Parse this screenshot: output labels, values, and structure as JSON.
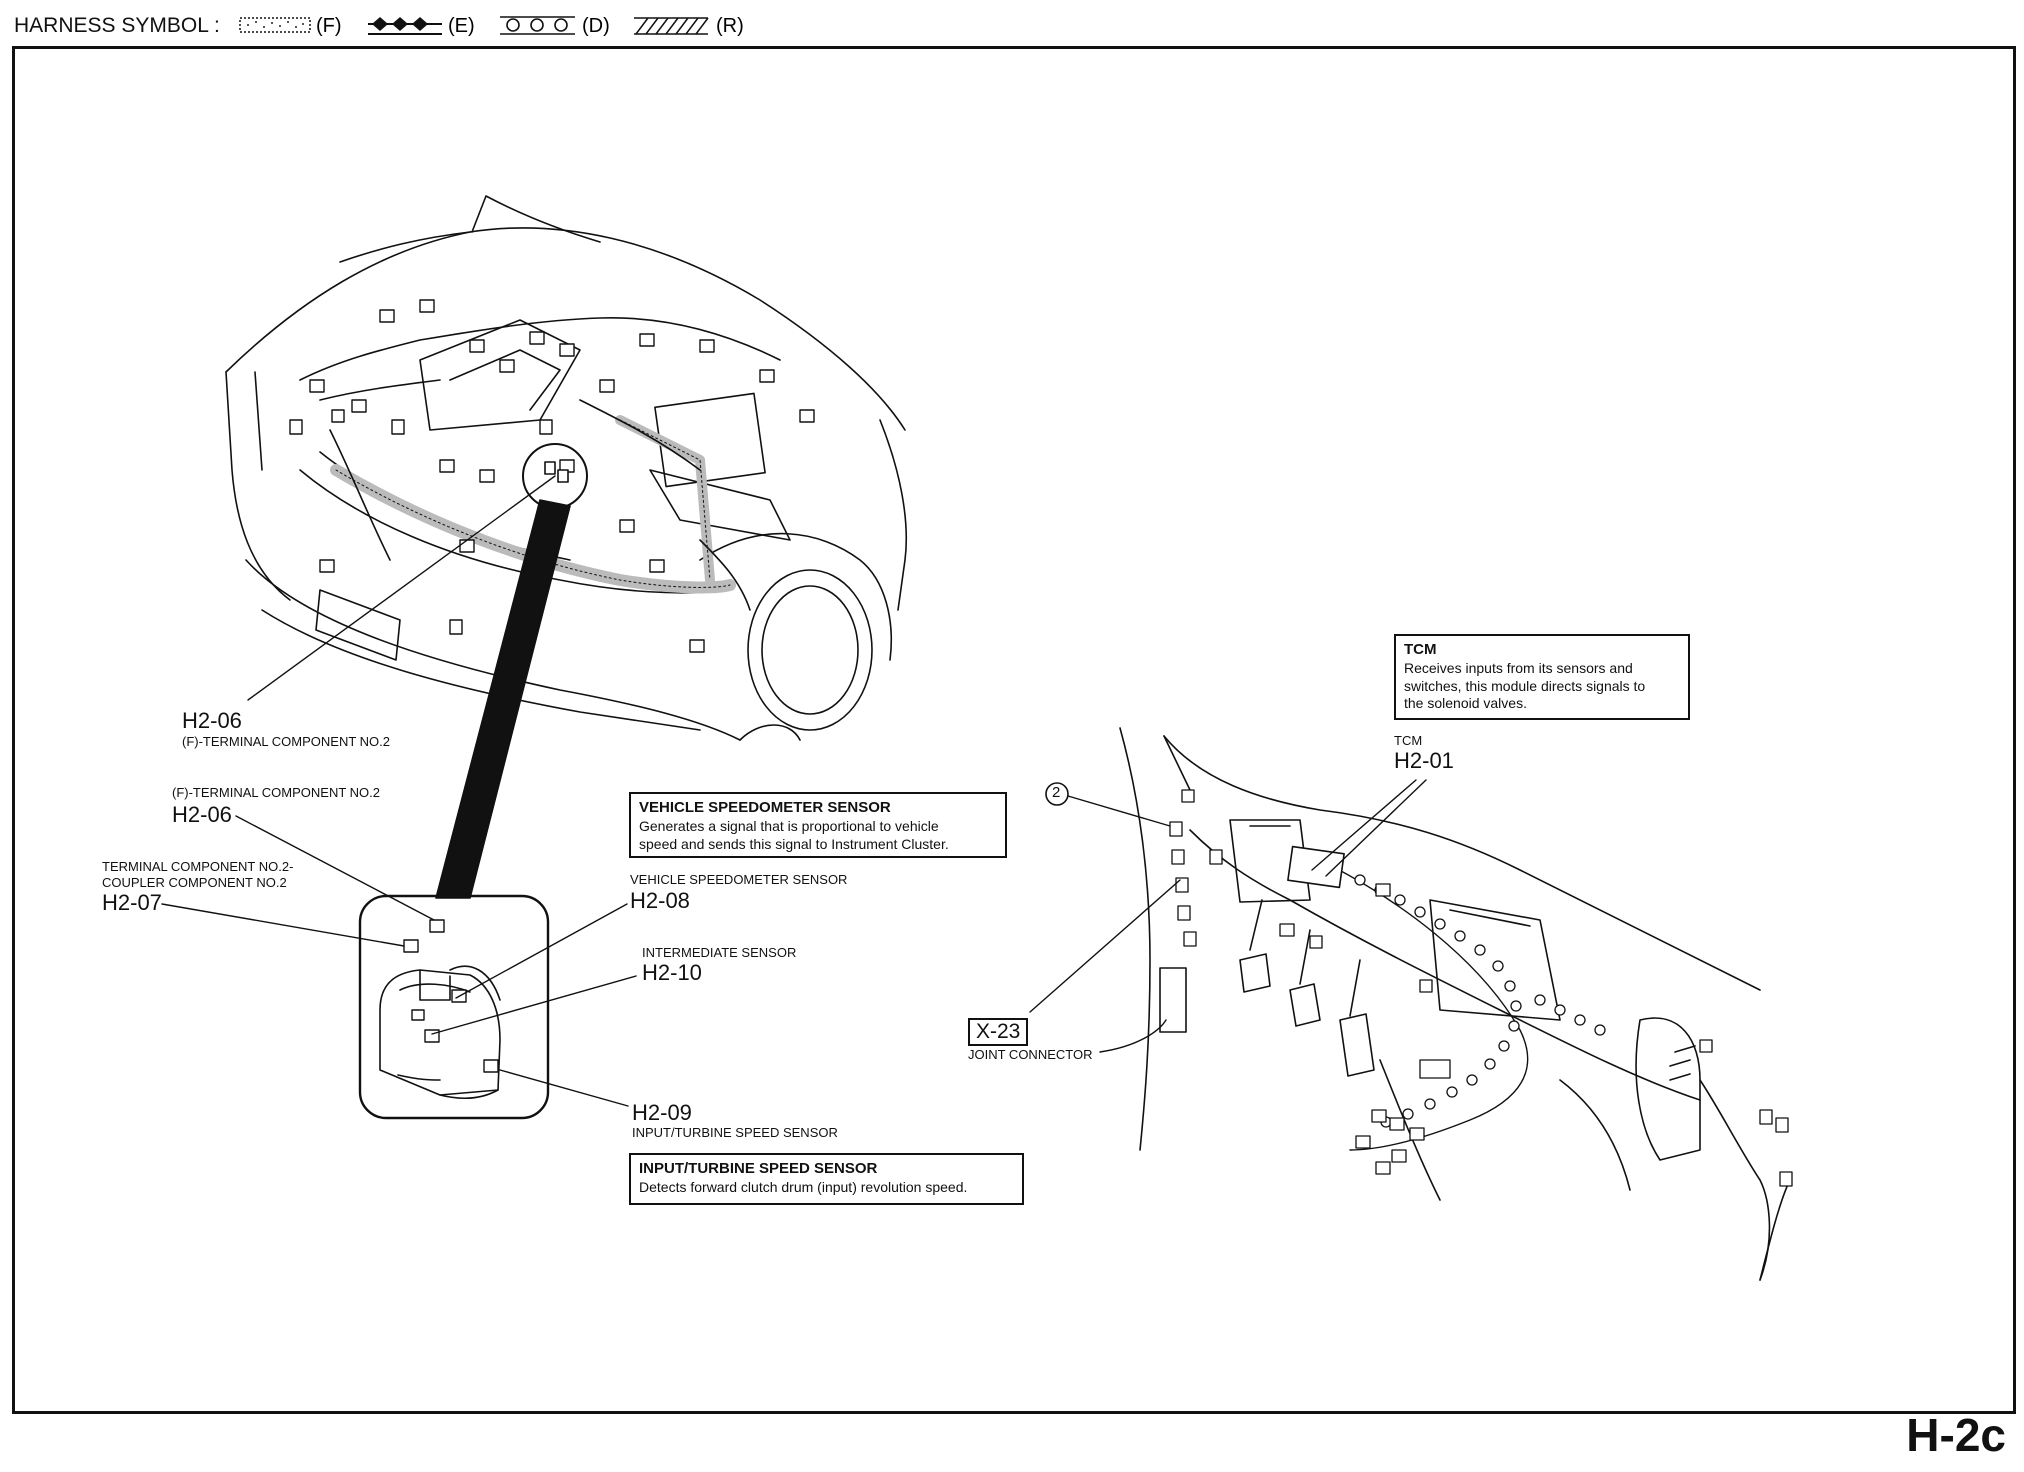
{
  "header": {
    "prefix": "HARNESS SYMBOL :",
    "symbols": [
      {
        "code": "(F)",
        "style": "dotted-band"
      },
      {
        "code": "(E)",
        "style": "diamonds"
      },
      {
        "code": "(D)",
        "style": "circles"
      },
      {
        "code": "(R)",
        "style": "hatched-band"
      }
    ]
  },
  "engine_labels": {
    "h2_06_top": {
      "code": "H2-06",
      "desc": "(F)-TERMINAL COMPONENT NO.2"
    },
    "h2_06_mid": {
      "desc": "(F)-TERMINAL COMPONENT NO.2",
      "code": "H2-06"
    },
    "h2_07": {
      "desc1": "TERMINAL COMPONENT NO.2-",
      "desc2": "COUPLER COMPONENT NO.2",
      "code": "H2-07"
    },
    "h2_08": {
      "desc": "VEHICLE SPEEDOMETER SENSOR",
      "code": "H2-08"
    },
    "h2_10": {
      "desc": "INTERMEDIATE SENSOR",
      "code": "H2-10"
    },
    "h2_09": {
      "code": "H2-09",
      "desc": "INPUT/TURBINE SPEED SENSOR"
    }
  },
  "info_boxes": {
    "vss": {
      "title": "VEHICLE SPEEDOMETER SENSOR",
      "line1": "Generates a signal that is proportional to vehicle",
      "line2": "speed and sends this signal to Instrument Cluster."
    },
    "its": {
      "title": "INPUT/TURBINE SPEED SENSOR",
      "line1": "Detects forward clutch drum (input) revolution speed."
    },
    "tcm": {
      "title": "TCM",
      "line1": "Receives inputs from its sensors and",
      "line2": "switches, this module directs signals to",
      "line3": "the solenoid valves."
    }
  },
  "dash_labels": {
    "tcm": {
      "desc": "TCM",
      "code": "H2-01"
    },
    "circle_ref": "2",
    "x23": {
      "code": "X-23",
      "desc": "JOINT CONNECTOR"
    }
  },
  "page_id": "H-2c"
}
